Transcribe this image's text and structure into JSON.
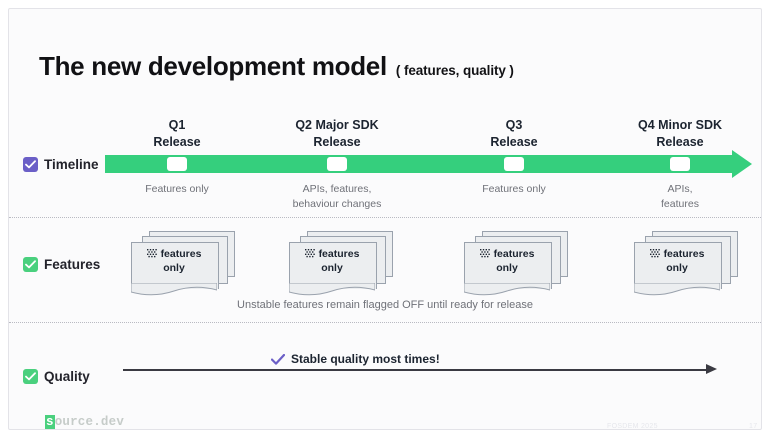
{
  "title": {
    "main": "The new development model",
    "sub": "( features, quality )"
  },
  "rows": {
    "timeline": {
      "label": "Timeline",
      "checkbox_color": "#6b5fc7",
      "checked": true
    },
    "features": {
      "label": "Features",
      "checkbox_color": "#4ad07e",
      "checked": true
    },
    "quality": {
      "label": "Quality",
      "checkbox_color": "#4ad07e",
      "checked": true
    }
  },
  "timeline": {
    "bar_color": "#35cf7d",
    "marker_color": "#ffffff",
    "milestones": [
      {
        "heading": "Q1\nRelease",
        "heading_line1": "Q1",
        "heading_line2": "Release",
        "note": "Features only"
      },
      {
        "heading": "Q2 Major SDK\nRelease",
        "heading_line1": "Q2 Major SDK",
        "heading_line2": "Release",
        "note": "APIs, features,\nbehaviour changes"
      },
      {
        "heading": "Q3\nRelease",
        "heading_line1": "Q3",
        "heading_line2": "Release",
        "note": "Features only"
      },
      {
        "heading": "Q4 Minor SDK\nRelease",
        "heading_line1": "Q4 Minor SDK",
        "heading_line2": "Release",
        "note": "APIs,\nfeatures"
      }
    ]
  },
  "features": {
    "cards": [
      {
        "line1": "features",
        "line2": "only"
      },
      {
        "line1": "features",
        "line2": "only"
      },
      {
        "line1": "features",
        "line2": "only"
      },
      {
        "line1": "features",
        "line2": "only"
      }
    ],
    "caption": "Unstable features remain flagged OFF until ready for release"
  },
  "quality": {
    "badge_text": "Stable quality most times!",
    "badge_check_color": "#6b5fc7",
    "arrow_color": "#3a3a42"
  },
  "footer": {
    "logo_highlight": "s",
    "logo_rest": "ource.dev",
    "event": "FOSDEM 2025",
    "page": "17"
  }
}
